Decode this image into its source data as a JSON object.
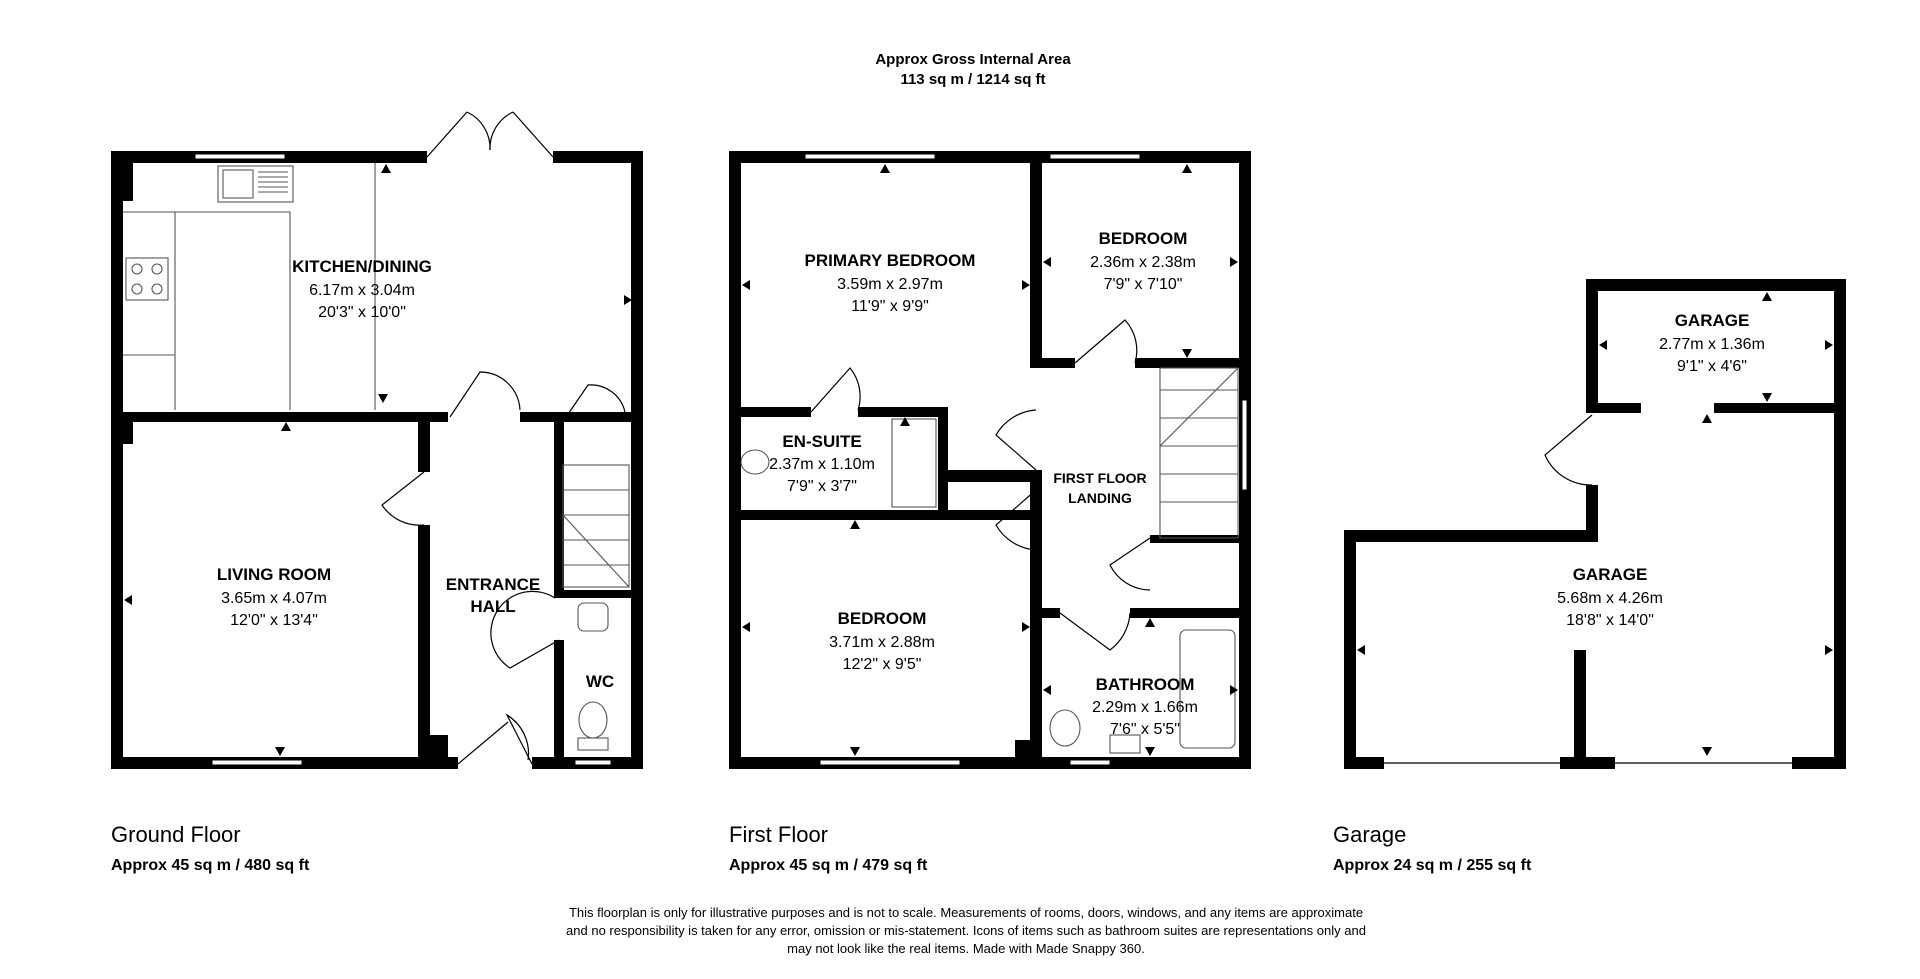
{
  "header": {
    "line1": "Approx Gross Internal Area",
    "line2": "113 sq m / 1214 sq ft"
  },
  "floors": [
    {
      "name": "Ground Floor",
      "area": "Approx 45 sq m / 480 sq ft"
    },
    {
      "name": "First Floor",
      "area": "Approx 45 sq m / 479 sq ft"
    },
    {
      "name": "Garage",
      "area": "Approx 24 sq m / 255 sq ft"
    }
  ],
  "rooms": {
    "kitchen": {
      "name": "KITCHEN/DINING",
      "metric": "6.17m x 3.04m",
      "imperial": "20'3\" x 10'0\""
    },
    "living": {
      "name": "LIVING ROOM",
      "metric": "3.65m x 4.07m",
      "imperial": "12'0\" x 13'4\""
    },
    "hall": {
      "name1": "ENTRANCE",
      "name2": "HALL"
    },
    "wc": {
      "name": "WC"
    },
    "primary": {
      "name": "PRIMARY BEDROOM",
      "metric": "3.59m x 2.97m",
      "imperial": "11'9\" x 9'9\""
    },
    "bedroom_small": {
      "name": "BEDROOM",
      "metric": "2.36m x 2.38m",
      "imperial": "7'9\" x 7'10\""
    },
    "ensuite": {
      "name": "EN-SUITE",
      "metric": "2.37m x 1.10m",
      "imperial": "7'9\" x 3'7\""
    },
    "landing": {
      "name1": "FIRST FLOOR",
      "name2": "LANDING"
    },
    "bedroom_large": {
      "name": "BEDROOM",
      "metric": "3.71m x 2.88m",
      "imperial": "12'2\" x 9'5\""
    },
    "bathroom": {
      "name": "BATHROOM",
      "metric": "2.29m x 1.66m",
      "imperial": "7'6\" x 5'5\""
    },
    "garage_store": {
      "name": "GARAGE",
      "metric": "2.77m x 1.36m",
      "imperial": "9'1\" x 4'6\""
    },
    "garage_main": {
      "name": "GARAGE",
      "metric": "5.68m x 4.26m",
      "imperial": "18'8\" x 14'0\""
    }
  },
  "disclaimer": {
    "line1": "This floorplan is only for illustrative purposes and is not to scale. Measurements of rooms, doors, windows, and any items are approximate",
    "line2": "and no responsibility is taken for any error, omission or mis-statement. Icons of items such as bathroom suites are representations only and",
    "line3": "may not look like the real items. Made with Made Snappy 360."
  }
}
